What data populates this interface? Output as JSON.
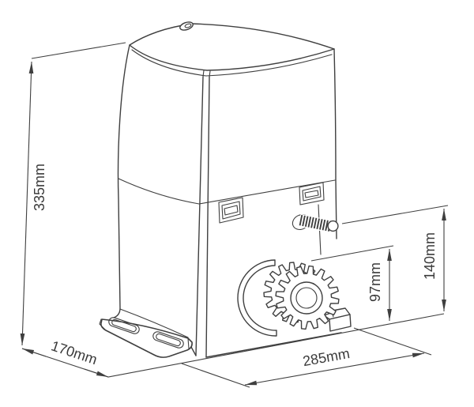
{
  "diagram": {
    "type": "technical-dimension-drawing",
    "subject": "sliding-gate-opener-motor",
    "colors": {
      "line": "#3f3f3f",
      "background": "#ffffff",
      "text": "#3a3a3a"
    },
    "dimensions": {
      "height": {
        "label": "335mm"
      },
      "depth": {
        "label": "170mm"
      },
      "width": {
        "label": "285mm"
      },
      "pinion_height": {
        "label": "97mm"
      },
      "release_height": {
        "label": "140mm"
      }
    }
  }
}
